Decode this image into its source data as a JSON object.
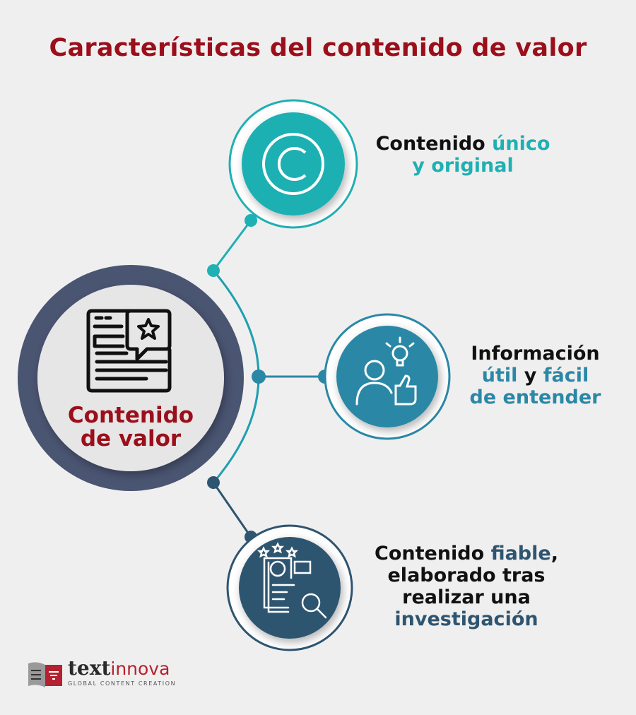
{
  "title": "Características del contenido de valor",
  "center": {
    "line1": "Contenido",
    "line2": "de valor",
    "icon": "article-star-icon"
  },
  "items": [
    {
      "icon": "copyright-icon",
      "color": "#1fb0b3",
      "parts": [
        "Contenido ",
        "único",
        "y original"
      ]
    },
    {
      "icon": "person-idea-thumbs-up-icon",
      "color": "#2a88a6",
      "parts": [
        "Información",
        "útil",
        " y ",
        "fácil",
        "de entender"
      ]
    },
    {
      "icon": "document-search-rating-icon",
      "color": "#2e5570",
      "parts": [
        "Contenido ",
        "fiable",
        ",",
        "elaborado tras",
        "realizar una",
        "investigación"
      ]
    }
  ],
  "logo": {
    "word_bold": "text",
    "word_light": "innova",
    "tagline": "GLOBAL CONTENT CREATION"
  }
}
